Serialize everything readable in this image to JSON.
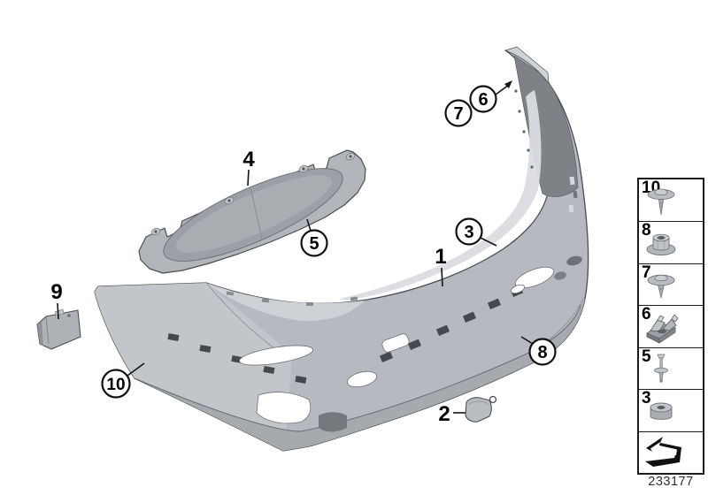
{
  "drawing_number": "233177",
  "callouts": {
    "c1": {
      "label": "1",
      "circled": false
    },
    "c2": {
      "label": "2",
      "circled": false
    },
    "c3": {
      "label": "3",
      "circled": true
    },
    "c4": {
      "label": "4",
      "circled": false
    },
    "c5": {
      "label": "5",
      "circled": true
    },
    "c6": {
      "label": "6",
      "circled": true
    },
    "c7": {
      "label": "7",
      "circled": true
    },
    "c8": {
      "label": "8",
      "circled": true
    },
    "c9": {
      "label": "9",
      "circled": false
    },
    "c10": {
      "label": "10",
      "circled": true
    }
  },
  "parts": {
    "main": "rear-bumper-trim-panel",
    "absorber": "impact-absorber",
    "bracket": "side-mounting-bracket",
    "tow_cover": "tow-eye-cover"
  },
  "legend": {
    "rows": [
      {
        "label": "10",
        "icon": "washer-screw-icon"
      },
      {
        "label": "8",
        "icon": "flange-nut-icon"
      },
      {
        "label": "7",
        "icon": "expanding-rivet-icon"
      },
      {
        "label": "6",
        "icon": "cage-nut-clip-icon"
      },
      {
        "label": "5",
        "icon": "blind-rivet-icon"
      },
      {
        "label": "3",
        "icon": "spacer-grommet-icon"
      },
      {
        "label": "",
        "icon": "direction-arrow-icon"
      }
    ]
  },
  "colors": {
    "background": "#ffffff",
    "part_fill": "#b6bac0",
    "part_light": "#d8dade",
    "part_dark": "#84888d",
    "outline": "#4a4e53",
    "callout": "#000000",
    "legend_border": "#1c1c1c"
  }
}
